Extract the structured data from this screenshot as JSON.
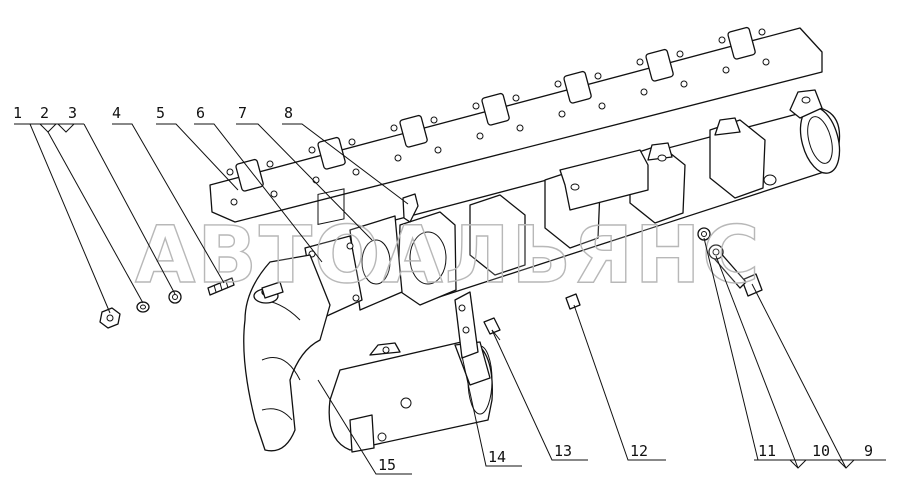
{
  "callouts": [
    {
      "id": "c1",
      "label": "1"
    },
    {
      "id": "c2",
      "label": "2"
    },
    {
      "id": "c3",
      "label": "3"
    },
    {
      "id": "c4",
      "label": "4"
    },
    {
      "id": "c5",
      "label": "5"
    },
    {
      "id": "c6",
      "label": "6"
    },
    {
      "id": "c7",
      "label": "7"
    },
    {
      "id": "c8",
      "label": "8"
    },
    {
      "id": "c9",
      "label": "9"
    },
    {
      "id": "c10",
      "label": "10"
    },
    {
      "id": "c11",
      "label": "11"
    },
    {
      "id": "c12",
      "label": "12"
    },
    {
      "id": "c13",
      "label": "13"
    },
    {
      "id": "c14",
      "label": "14"
    },
    {
      "id": "c15",
      "label": "15"
    }
  ],
  "watermark": "АВТОАЛЬЯНС"
}
